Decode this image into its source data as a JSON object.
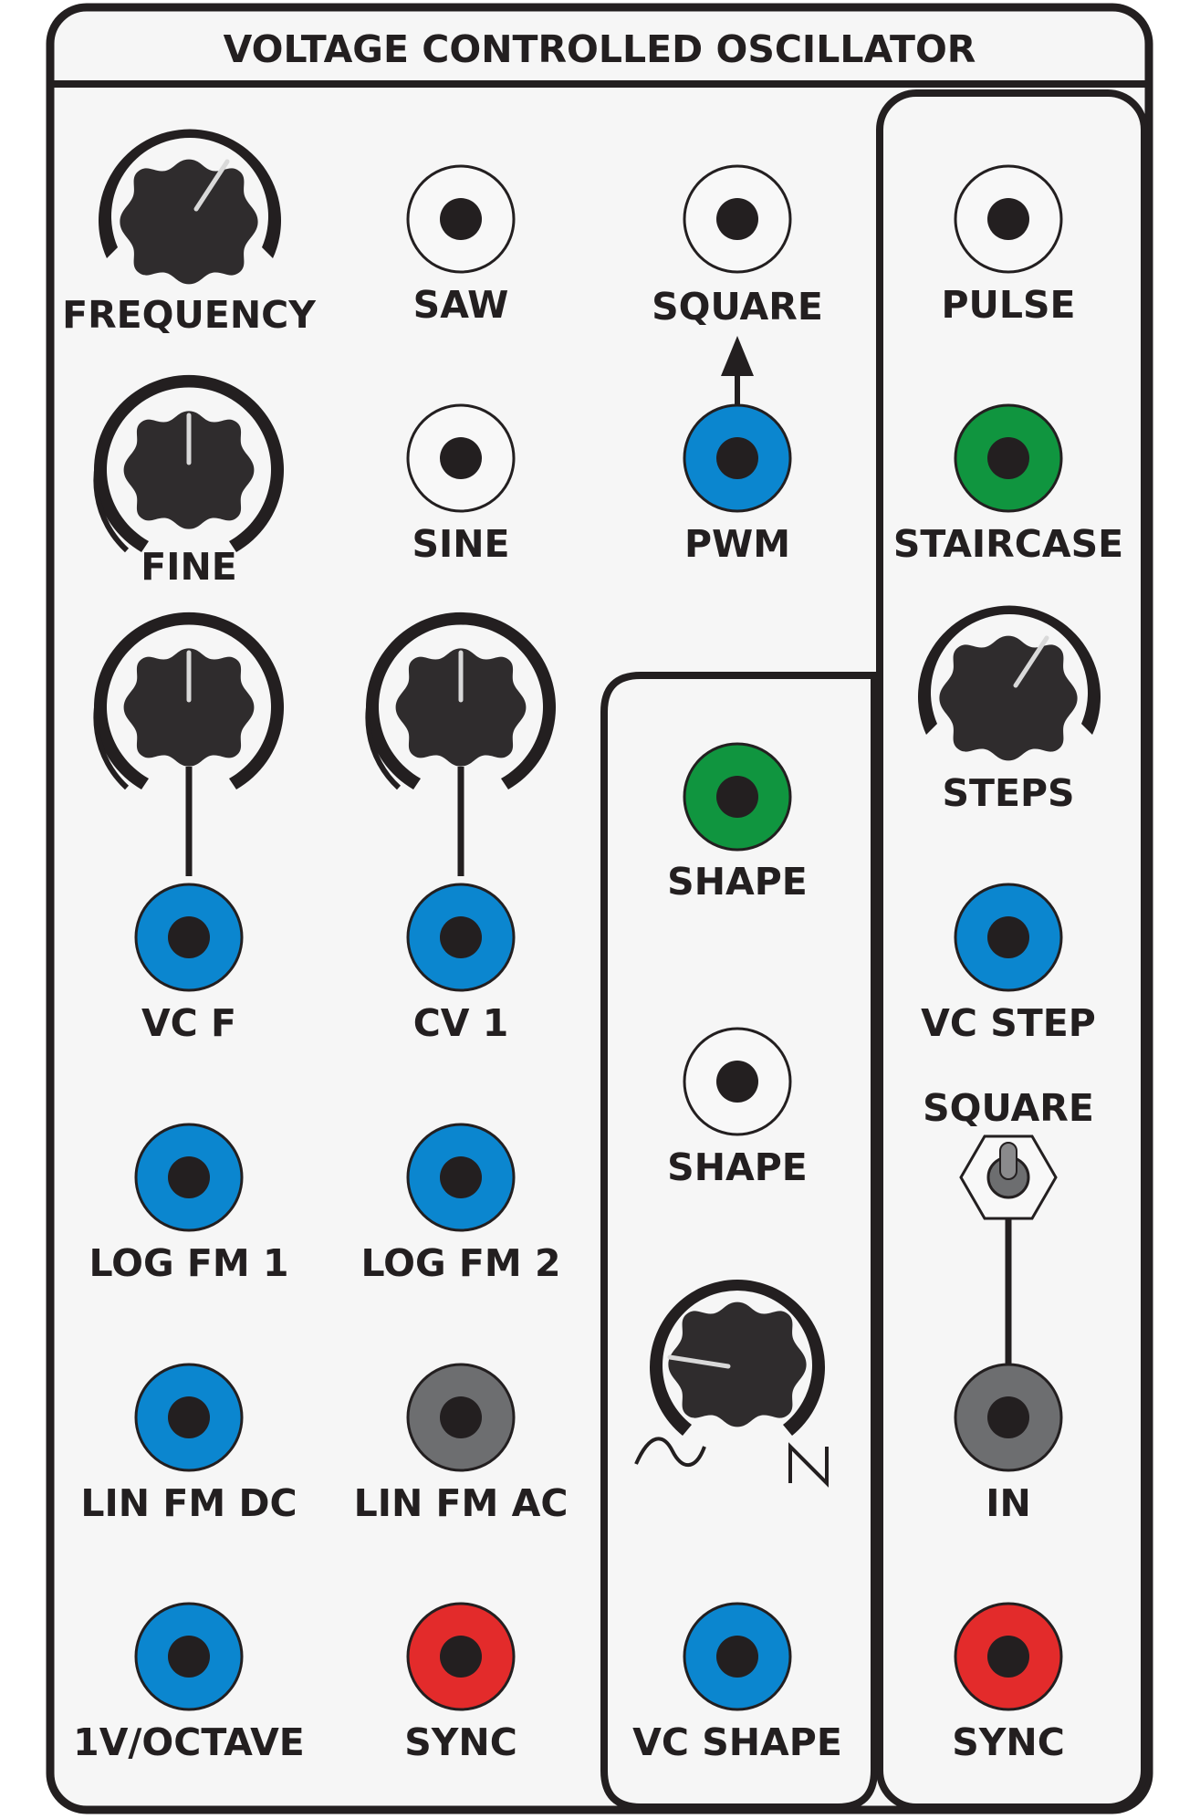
{
  "panel": {
    "title": "VOLTAGE CONTROLLED OSCILLATOR",
    "colors": {
      "line": "#231f20",
      "panel": "#f6f6f6",
      "jack_white": "#f8f8f8",
      "jack_blue": "#0b86cf",
      "jack_green": "#10953f",
      "jack_gray": "#6d6e70",
      "jack_red": "#e32b2b"
    }
  },
  "knobs": {
    "frequency": "FREQUENCY",
    "fine": "FINE",
    "vc_f_atten": "",
    "cv1_atten": "",
    "steps": "STEPS",
    "wave_shape": ""
  },
  "jacks": {
    "saw": "SAW",
    "square_out": "SQUARE",
    "pulse": "PULSE",
    "sine": "SINE",
    "pwm": "PWM",
    "staircase": "STAIRCASE",
    "shape_green": "SHAPE",
    "shape_white": "SHAPE",
    "vc_step": "VC STEP",
    "vc_f": "VC F",
    "cv1": "CV 1",
    "log_fm1": "LOG FM 1",
    "log_fm2": "LOG FM 2",
    "lin_fm_dc": "LIN FM DC",
    "lin_fm_ac": "LIN FM AC",
    "in": "IN",
    "v_octave": "1V/OCTAVE",
    "sync_left": "SYNC",
    "vc_shape": "VC SHAPE",
    "sync_right": "SYNC"
  },
  "switch": {
    "label": "SQUARE"
  },
  "icons": {
    "sine_wave": "sine-wave-icon",
    "sawtooth": "sawtooth-icon"
  }
}
